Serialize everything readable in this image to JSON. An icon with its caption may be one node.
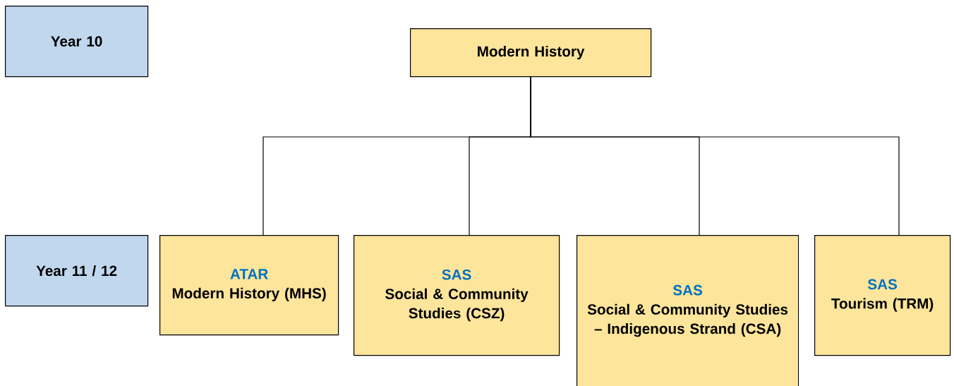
{
  "diagram": {
    "nodes": [
      {
        "text": [
          "Year 10"
        ]
      },
      {
        "text": [
          "Modern History"
        ]
      },
      {
        "text": [
          "Year 11 / 12"
        ]
      },
      {
        "text": [
          "ATAR",
          "Modern History (MHS)"
        ]
      },
      {
        "text": [
          "SAS",
          "Social & Community Studies (CSZ)"
        ]
      },
      {
        "text": [
          "SAS",
          "Social & Community Studies – Indigenous Strand (CSA)"
        ]
      },
      {
        "text": [
          "SAS",
          "Tourism (TRM)"
        ]
      }
    ],
    "edges": [
      {
        "from": 1,
        "to": 3,
        "arrow": "none"
      },
      {
        "from": 1,
        "to": 4,
        "arrow": "none"
      },
      {
        "from": 1,
        "to": 5,
        "arrow": "none"
      },
      {
        "from": 1,
        "to": 6,
        "arrow": "none"
      }
    ]
  }
}
